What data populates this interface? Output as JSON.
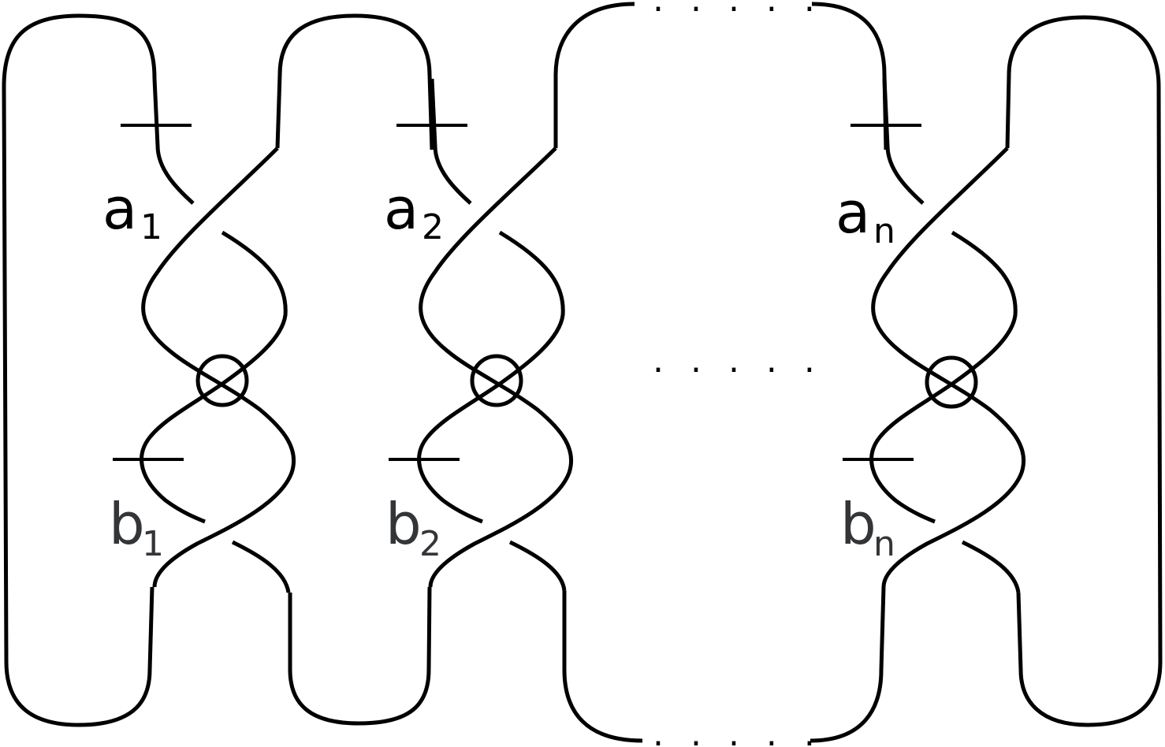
{
  "diagram": {
    "blocks": [
      {
        "a_label": "a",
        "a_sub": "1",
        "b_label": "b",
        "b_sub": "1"
      },
      {
        "a_label": "a",
        "a_sub": "2",
        "b_label": "b",
        "b_sub": "2"
      },
      {
        "a_label": "a",
        "a_sub": "n",
        "b_label": "b",
        "b_sub": "n"
      }
    ],
    "ellipsis_top": ". . . . .",
    "ellipsis_middle": ". . . . .",
    "ellipsis_bottom": ". . . . .",
    "colors": {
      "strand": "#000000",
      "a_label": "#000000",
      "b_label": "#333538"
    }
  }
}
